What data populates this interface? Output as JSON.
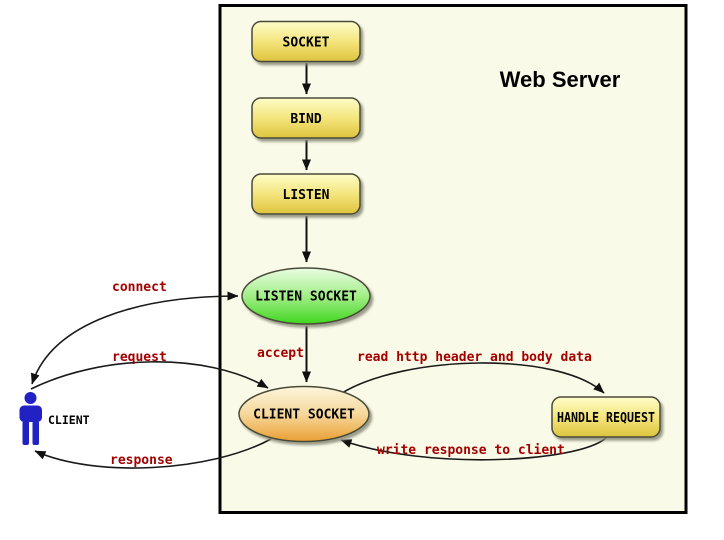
{
  "title": "Web Server",
  "actor": {
    "label": "CLIENT",
    "icon": "person-icon"
  },
  "nodes": {
    "socket": {
      "label": "SOCKET",
      "shape": "rounded-rect",
      "color": "yellow"
    },
    "bind": {
      "label": "BIND",
      "shape": "rounded-rect",
      "color": "yellow"
    },
    "listen": {
      "label": "LISTEN",
      "shape": "rounded-rect",
      "color": "yellow"
    },
    "listen_socket": {
      "label": "LISTEN SOCKET",
      "shape": "ellipse",
      "color": "green"
    },
    "client_socket": {
      "label": "CLIENT SOCKET",
      "shape": "ellipse",
      "color": "orange"
    },
    "handle_request": {
      "label": "HANDLE REQUEST",
      "shape": "rounded-rect",
      "color": "yellow"
    }
  },
  "edges": {
    "connect": {
      "label": "connect",
      "from": "client",
      "to": "listen_socket"
    },
    "request": {
      "label": "request",
      "from": "client",
      "to": "client_socket"
    },
    "response": {
      "label": "response",
      "from": "client_socket",
      "to": "client"
    },
    "accept": {
      "label": "accept",
      "from": "listen_socket",
      "to": "client_socket"
    },
    "read": {
      "label": "read http header and body data",
      "from": "client_socket",
      "to": "handle_request"
    },
    "write": {
      "label": "write response to client",
      "from": "handle_request",
      "to": "client_socket"
    }
  },
  "colors": {
    "page_bg": "#ffffff",
    "server_bg": "#fafae8",
    "server_border": "#000000",
    "node_border": "#4a4a38",
    "yellow_top": "#fefdc9",
    "yellow_mid": "#f2e276",
    "yellow_bottom": "#ddc33e",
    "green_top": "#eafce4",
    "green_mid": "#a3ee88",
    "green_bottom": "#40d51f",
    "orange_top": "#fdf6dd",
    "orange_mid": "#f6d79b",
    "orange_bottom": "#e99f33",
    "edge_label_red": "#a40000",
    "actor_blue": "#2222c4",
    "arrow_black": "#111111"
  }
}
